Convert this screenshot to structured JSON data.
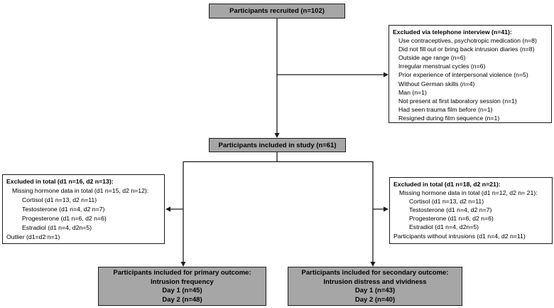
{
  "colors": {
    "box_fill_gray": "#a6a6a6",
    "box_border": "#1c1c1c",
    "connector_line": "#1c1c1c",
    "background": "#ffffff",
    "text": "#000000"
  },
  "boxes": {
    "recruited": {
      "label": "Participants recruited (n=102)"
    },
    "excluded_phone": {
      "title": "Excluded via telephone interview (n=41):",
      "items": [
        "Use contraceptives, psychotropic medication (n=8)",
        "Did not fill out or bring back intrusion diaries (n=8)",
        "Outside age range (n=6)",
        "Irregular menstrual cycles (n=6)",
        "Prior experience of interpersonal violence (n=5)",
        "Without German skills (n=4)",
        "Man (n=1)",
        "Not present at first laboratory session (n=1)",
        "Had seen trauma film before (n=1)",
        "Resigned during film sequence (n=1)"
      ]
    },
    "included_study": {
      "label": "Participants included in study (n=61)"
    },
    "excluded_left": {
      "title": "Excluded in total (d1 n=16, d2 n=13):",
      "subtitle": "Missing hormone data in total (d1 n=15, d2 n=12):",
      "items": [
        "Cortisol (d1 n=13, d2 n=11)",
        "Testosterone (d1 n=4, d2 n=7)",
        "Progesterone (d1 n=6, d2 n=6)",
        "Estradiol (d1 n=4, d2n=5)"
      ],
      "footer": "Outlier (d1=d2 n=1)"
    },
    "excluded_right": {
      "title": "Excluded in total (d1 n=18, d2 n=21):",
      "subtitle": "Missing hormone data in total (d1 n=12, d2 n= 21):",
      "items": [
        "Cortisol (d1 n=13, d2 n=11)",
        "Testosterone (d1 n=4, d2 n=7)",
        "Progesterone (d1 n=6, d2 n=6)",
        "Estradiol (d1 n=4, d2n=5)"
      ],
      "footer": "Participants without intrusions (d1 n=4, d2 n=11)"
    },
    "primary_outcome": {
      "lines": [
        "Participants included for primary outcome:",
        "Intrusion frequency",
        "Day 1 (n=45)",
        "Day 2 (n=48)"
      ]
    },
    "secondary_outcome": {
      "lines": [
        "Participants included for secondary outcome:",
        "Intrusion distress and vividness",
        "Day 1 (n=43)",
        "Day 2 (n=40)"
      ]
    }
  }
}
